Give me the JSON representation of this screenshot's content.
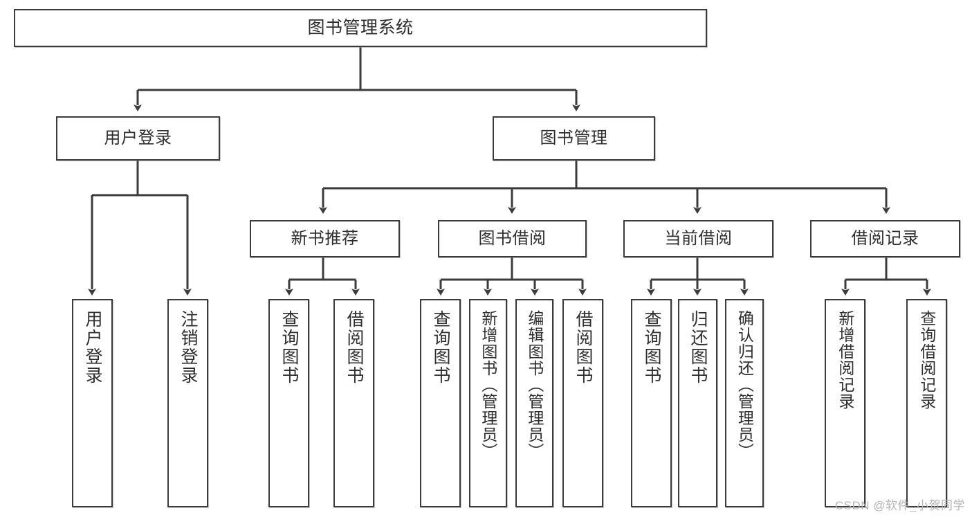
{
  "diagram": {
    "type": "tree",
    "title": "图书管理系统",
    "watermark": "CSDN @软件_小贺同学",
    "colors": {
      "box_border": "#3b3b3b",
      "box_fill": "#ffffff",
      "connector": "#3b3b3b",
      "text": "#2f2f2f",
      "watermark": "#b4b4b4",
      "background": "#ffffff"
    },
    "levels": [
      {
        "level": 0,
        "nodes": [
          {
            "id": "root",
            "label": "图书管理系统",
            "orientation": "horizontal"
          }
        ]
      },
      {
        "level": 1,
        "nodes": [
          {
            "id": "user-login",
            "label": "用户登录",
            "orientation": "horizontal",
            "parent": "root"
          },
          {
            "id": "book-manage",
            "label": "图书管理",
            "orientation": "horizontal",
            "parent": "root"
          }
        ]
      },
      {
        "level": 2,
        "nodes": [
          {
            "id": "new-book-rec",
            "label": "新书推荐",
            "orientation": "horizontal",
            "parent": "book-manage"
          },
          {
            "id": "book-borrow",
            "label": "图书借阅",
            "orientation": "horizontal",
            "parent": "book-manage"
          },
          {
            "id": "current-borrow",
            "label": "当前借阅",
            "orientation": "horizontal",
            "parent": "book-manage"
          },
          {
            "id": "borrow-record",
            "label": "借阅记录",
            "orientation": "horizontal",
            "parent": "book-manage"
          }
        ]
      },
      {
        "level": 3,
        "nodes": [
          {
            "id": "leaf-user-login",
            "label": "用户登录",
            "orientation": "vertical",
            "parent": "user-login"
          },
          {
            "id": "leaf-logout",
            "label": "注销登录",
            "orientation": "vertical",
            "parent": "user-login"
          },
          {
            "id": "leaf-query-book-1",
            "label": "查询图书",
            "orientation": "vertical",
            "parent": "new-book-rec"
          },
          {
            "id": "leaf-borrow-book-1",
            "label": "借阅图书",
            "orientation": "vertical",
            "parent": "new-book-rec"
          },
          {
            "id": "leaf-query-book-2",
            "label": "查询图书",
            "orientation": "vertical",
            "parent": "book-borrow"
          },
          {
            "id": "leaf-add-book",
            "label": "新增图书（管理员）",
            "orientation": "vertical",
            "parent": "book-borrow"
          },
          {
            "id": "leaf-edit-book",
            "label": "编辑图书（管理员）",
            "orientation": "vertical",
            "parent": "book-borrow"
          },
          {
            "id": "leaf-borrow-book-2",
            "label": "借阅图书",
            "orientation": "vertical",
            "parent": "book-borrow"
          },
          {
            "id": "leaf-query-book-3",
            "label": "查询图书",
            "orientation": "vertical",
            "parent": "current-borrow"
          },
          {
            "id": "leaf-return-book",
            "label": "归还图书",
            "orientation": "vertical",
            "parent": "current-borrow"
          },
          {
            "id": "leaf-confirm-return",
            "label": "确认归还（管理员）",
            "orientation": "vertical",
            "parent": "current-borrow"
          },
          {
            "id": "leaf-add-record",
            "label": "新增借阅记录",
            "orientation": "vertical",
            "parent": "borrow-record"
          },
          {
            "id": "leaf-query-record",
            "label": "查询借阅记录",
            "orientation": "vertical",
            "parent": "borrow-record"
          }
        ]
      }
    ]
  }
}
